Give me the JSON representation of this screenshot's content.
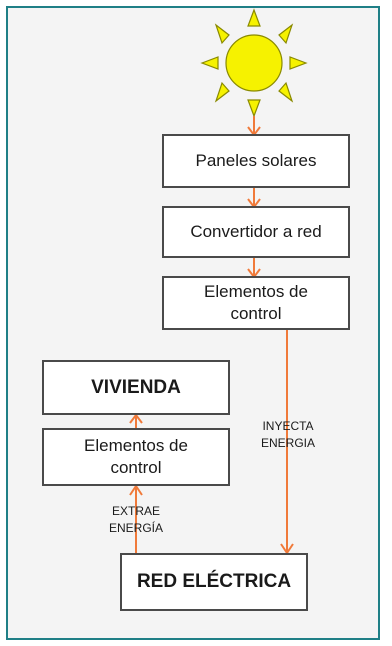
{
  "diagram": {
    "boxes": {
      "paneles": "Paneles solares",
      "convertidor": "Convertidor a red",
      "elementos_control_top": "Elementos de\ncontrol",
      "vivienda": "VIVIENDA",
      "elementos_control_left": "Elementos de\ncontrol",
      "red_electrica": "RED ELÉCTRICA"
    },
    "labels": {
      "inyecta": "INYECTA\nENERGIA",
      "extrae": "EXTRAE\nENERGÍA"
    },
    "icons": {
      "sun": "sun-icon"
    },
    "colors": {
      "frame_border": "#1f7f86",
      "background": "#f4f4f4",
      "box_border": "#4a4a4a",
      "arrow": "#f07a3a",
      "sun_fill": "#f6f200",
      "sun_stroke": "#8a8a00"
    }
  }
}
